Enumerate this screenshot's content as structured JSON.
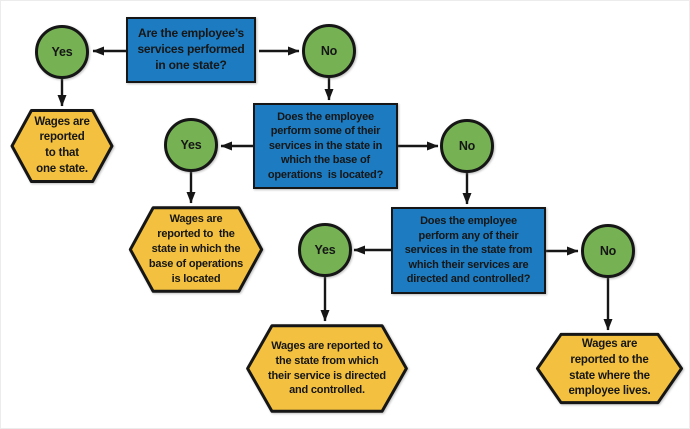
{
  "colors": {
    "question_fill": "#1d7cc1",
    "decision_fill": "#76b254",
    "result_fill": "#f3c13f",
    "outline": "#161616",
    "arrow": "#161616",
    "canvas_border": "#ececec"
  },
  "nodes": {
    "q1": {
      "text": "Are the employee’s\nservices performed\nin one state?"
    },
    "yes1": {
      "label": "Yes"
    },
    "no1": {
      "label": "No"
    },
    "r1": {
      "text": "Wages are\nreported\nto that\none state."
    },
    "q2": {
      "text": "Does the employee\nperform some of their\nservices in the state in\nwhich the base of\noperations  is located?"
    },
    "yes2": {
      "label": "Yes"
    },
    "no2": {
      "label": "No"
    },
    "r2": {
      "text": "Wages are\nreported to  the\nstate in which the\nbase of operations\nis located"
    },
    "q3": {
      "text": "Does the employee\nperform any of their\nservices in the state from\nwhich their services are\ndirected and controlled?"
    },
    "yes3": {
      "label": "Yes"
    },
    "no3": {
      "label": "No"
    },
    "r3": {
      "text": "Wages are reported to\nthe state from which\ntheir service is directed\nand controlled."
    },
    "r4": {
      "text": "Wages are\nreported to the\nstate where the\nemployee lives."
    }
  }
}
